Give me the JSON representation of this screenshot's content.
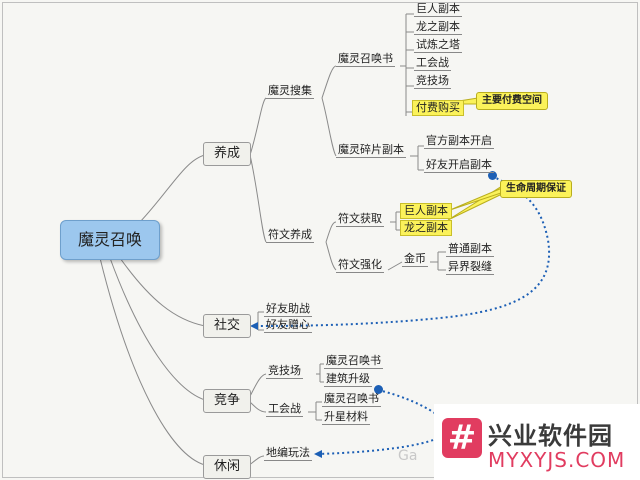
{
  "root": "魔灵召唤",
  "branches": {
    "b1": "养成",
    "b2": "社交",
    "b3": "竞争",
    "b4": "休闲"
  },
  "nodes": {
    "n_search": "魔灵搜集",
    "n_summon_book": "魔灵召唤书",
    "n_giant": "巨人副本",
    "n_dragon": "龙之副本",
    "n_tower": "试炼之塔",
    "n_guildwar": "工会战",
    "n_arena": "竞技场",
    "n_paid": "付费购买",
    "n_fragment": "魔灵碎片副本",
    "n_official": "官方副本开启",
    "n_friend_open": "好友开启副本",
    "n_rune": "符文养成",
    "n_rune_get": "符文获取",
    "n_rune_giant": "巨人副本",
    "n_rune_dragon": "龙之副本",
    "n_rune_up": "符文强化",
    "n_gold": "金币",
    "n_normal": "普通副本",
    "n_rift": "异界裂缝",
    "n_friend_help": "好友助战",
    "n_friend_heart": "好友赠心",
    "n_c_arena": "竞技场",
    "n_c_book1": "魔灵召唤书",
    "n_c_build": "建筑升级",
    "n_c_guild": "工会战",
    "n_c_book2": "魔灵召唤书",
    "n_c_star": "升星材料",
    "n_explore": "地编玩法"
  },
  "callouts": {
    "paid_space": "主要付费空间",
    "lifecycle": "生命周期保证"
  },
  "watermark": {
    "badge": "#",
    "title": "兴业软件园",
    "url": "MYXYJS.COM",
    "ghost": "Ga"
  },
  "colors": {
    "root_fill": "#9cc7ee",
    "highlight": "#fbf25a",
    "link_blue": "#1c5fb5",
    "line": "#8a8a8a"
  }
}
